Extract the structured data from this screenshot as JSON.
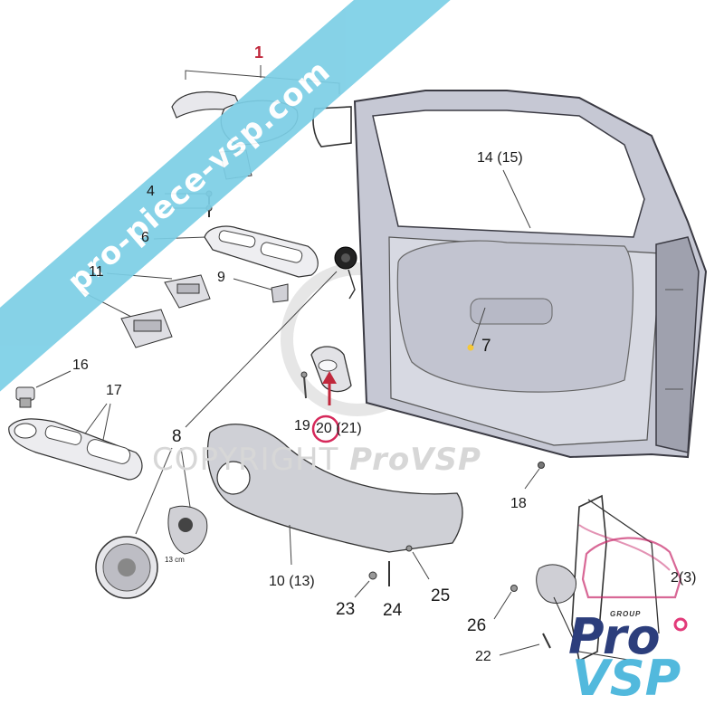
{
  "watermark_banner": "pro-piece-vsp.com",
  "watermark_copyright": "COPYRIGHT",
  "watermark_copyright_brand": "ProVSP",
  "logo": {
    "group": "GROUP",
    "pro": "Pro",
    "vsp": "VSP"
  },
  "parts": {
    "p1": "1",
    "p4": "4",
    "p6": "6",
    "p11": "11",
    "p9": "9",
    "p16": "16",
    "p17": "17",
    "p8": "8",
    "p14": "14 (15)",
    "p7": "7",
    "p19": "19",
    "p20": "20 (21)",
    "p18": "18",
    "p10": "10 (13)",
    "p23": "23",
    "p24": "24",
    "p25": "25",
    "p26": "26",
    "p22": "22",
    "p2": "2(3)",
    "size_note": "13 cm"
  },
  "colors": {
    "highlight": "#c0283c",
    "banner": "#7ccfe6",
    "door": "#c9cbd6",
    "outline": "#333333"
  }
}
